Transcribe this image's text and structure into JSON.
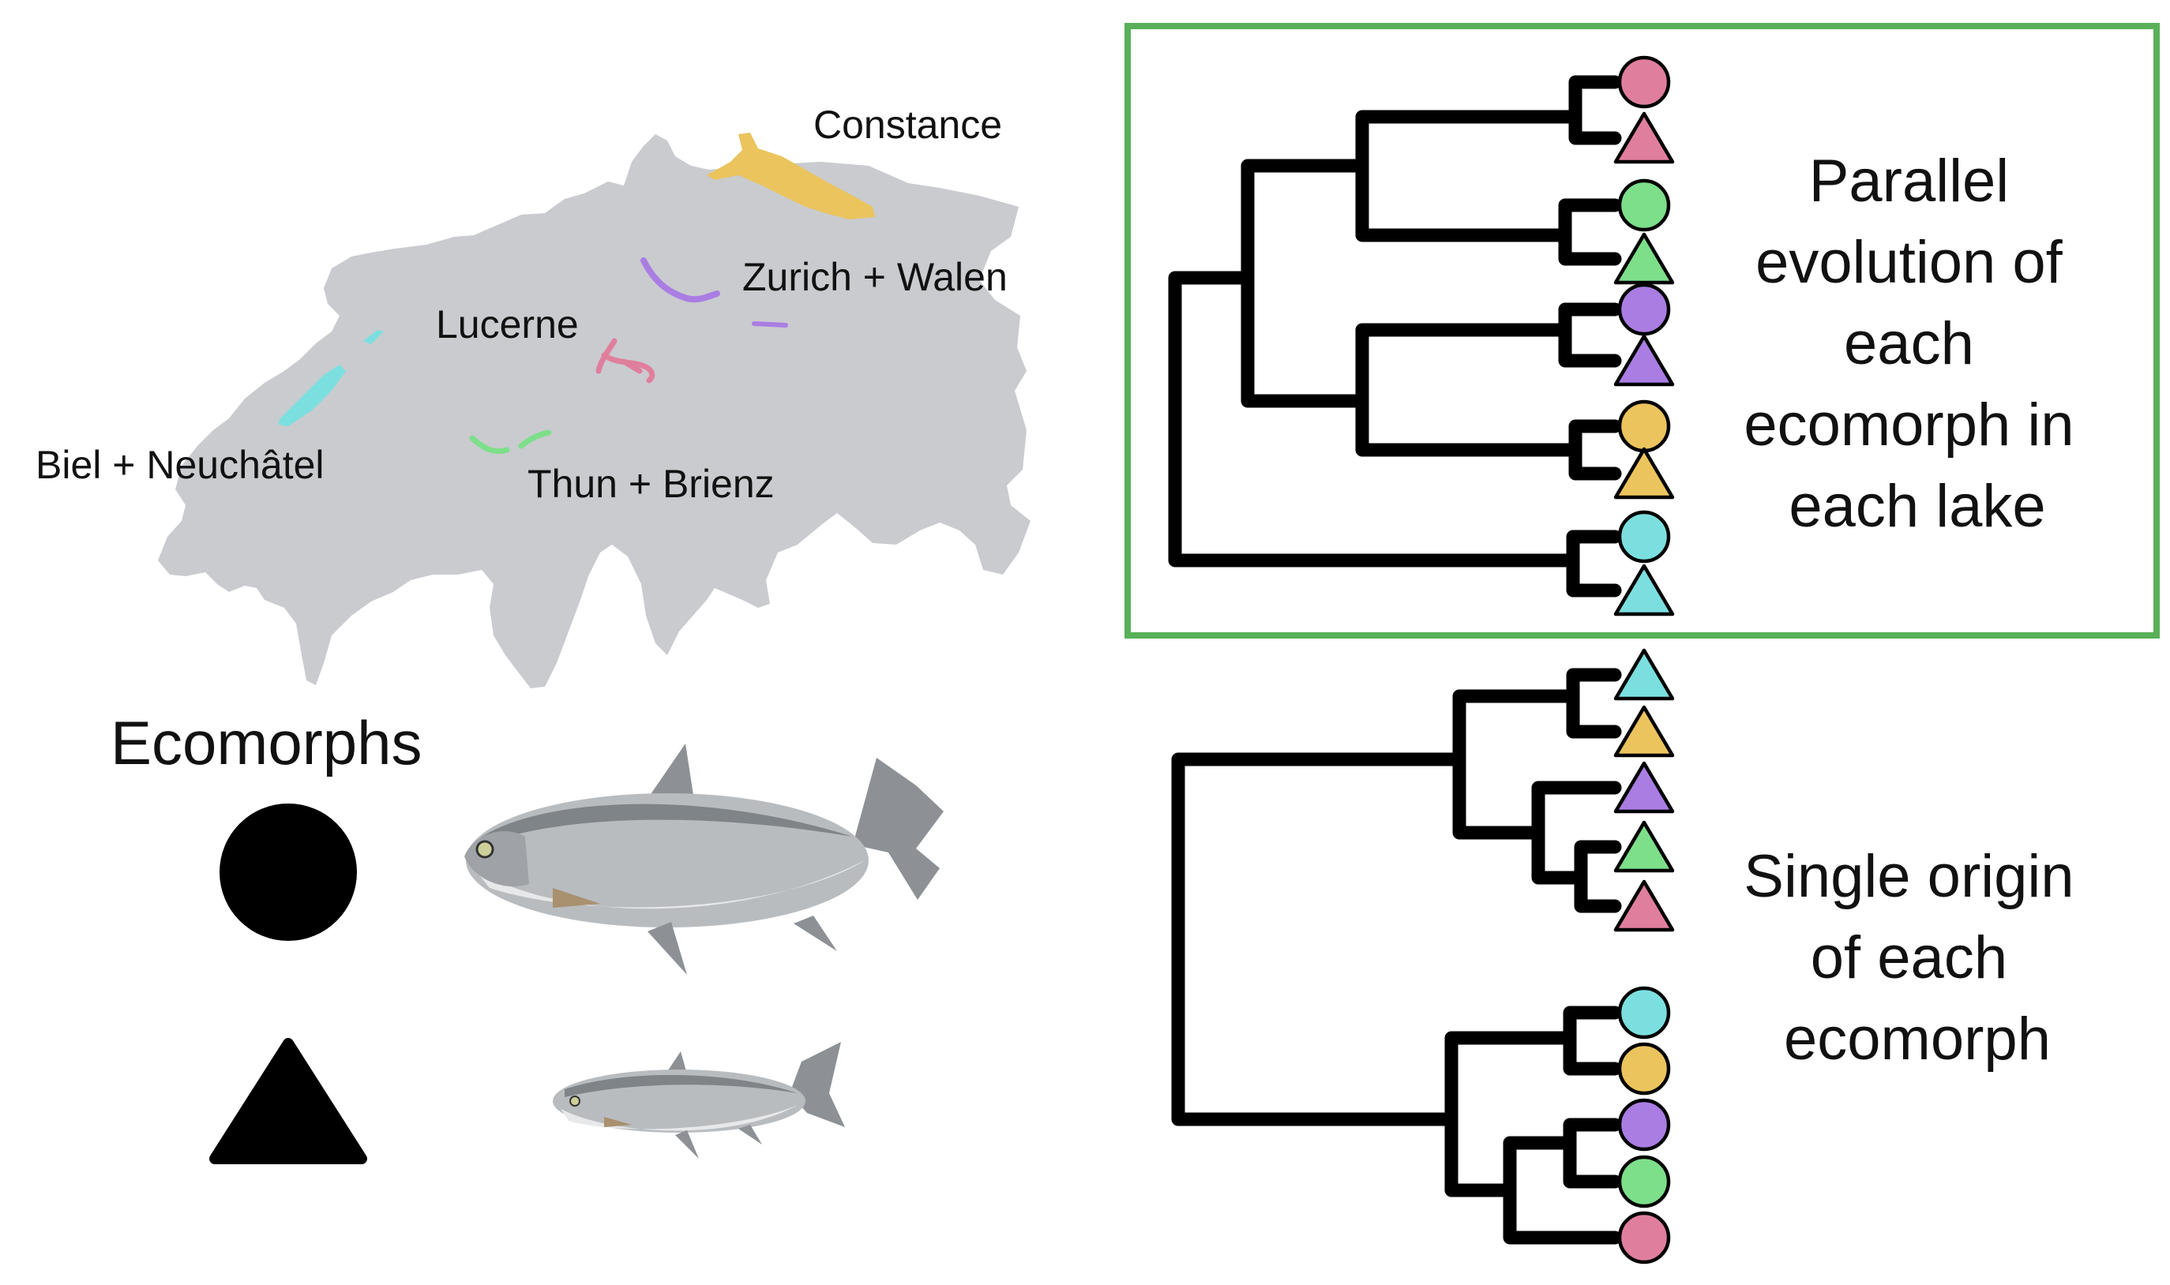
{
  "colors": {
    "pink": "#e07f9d",
    "green": "#7ddf8a",
    "purple": "#aa7de3",
    "yellow": "#ebc45d",
    "cyan": "#7cdfdf",
    "map_gray": "#c9cbcf",
    "frame_green": "#58b058"
  },
  "map": {
    "lakes": [
      {
        "name": "Constance",
        "color": "yellow"
      },
      {
        "name": "Zurich + Walen",
        "color": "purple"
      },
      {
        "name": "Lucerne",
        "color": "pink"
      },
      {
        "name": "Biel + Neuchâtel",
        "color": "cyan"
      },
      {
        "name": "Thun + Brienz",
        "color": "green"
      }
    ]
  },
  "legend": {
    "title": "Ecomorphs",
    "items": [
      {
        "shape": "circle",
        "fish": "large whitefish"
      },
      {
        "shape": "triangle",
        "fish": "small whitefish"
      }
    ]
  },
  "hypotheses": [
    {
      "id": "parallel",
      "caption": [
        "Parallel",
        "evolution of",
        "each",
        "ecomorph in",
        "each lake"
      ],
      "framed": true,
      "tips": [
        {
          "shape": "circle",
          "color": "pink"
        },
        {
          "shape": "triangle",
          "color": "pink"
        },
        {
          "shape": "circle",
          "color": "green"
        },
        {
          "shape": "triangle",
          "color": "green"
        },
        {
          "shape": "circle",
          "color": "purple"
        },
        {
          "shape": "triangle",
          "color": "purple"
        },
        {
          "shape": "circle",
          "color": "yellow"
        },
        {
          "shape": "triangle",
          "color": "yellow"
        },
        {
          "shape": "circle",
          "color": "cyan"
        },
        {
          "shape": "triangle",
          "color": "cyan"
        }
      ]
    },
    {
      "id": "single",
      "caption": [
        "Single origin",
        "of each",
        "ecomorph"
      ],
      "framed": false,
      "tips": [
        {
          "shape": "triangle",
          "color": "cyan"
        },
        {
          "shape": "triangle",
          "color": "yellow"
        },
        {
          "shape": "triangle",
          "color": "purple"
        },
        {
          "shape": "triangle",
          "color": "green"
        },
        {
          "shape": "triangle",
          "color": "pink"
        },
        {
          "shape": "circle",
          "color": "cyan"
        },
        {
          "shape": "circle",
          "color": "yellow"
        },
        {
          "shape": "circle",
          "color": "purple"
        },
        {
          "shape": "circle",
          "color": "green"
        },
        {
          "shape": "circle",
          "color": "pink"
        }
      ]
    }
  ]
}
